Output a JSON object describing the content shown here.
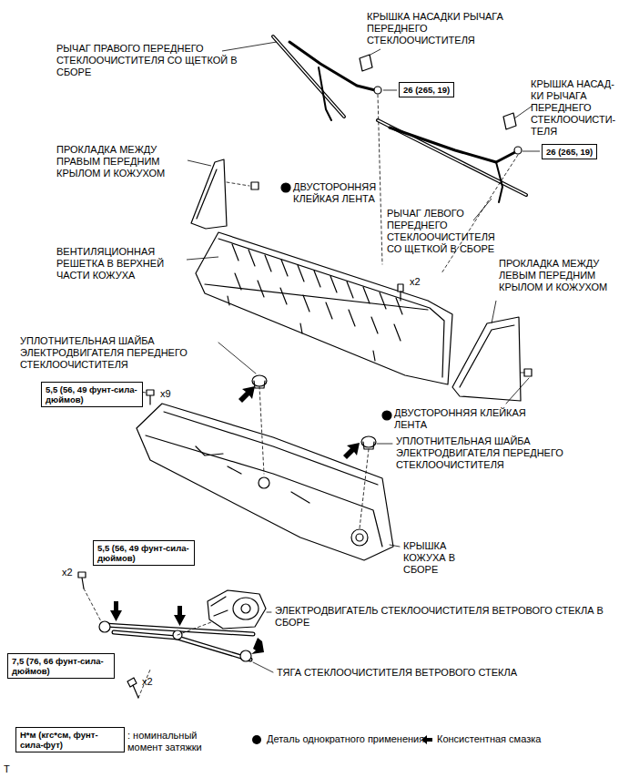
{
  "diagram": {
    "nodes": [
      {
        "text": [
          "26 (265, 19)"
        ]
      },
      {
        "text": [
          "26 (265, 19)"
        ]
      },
      {
        "text": [
          "5,5 (56, 49 фунт-сила-дюймов)"
        ]
      },
      {
        "text": [
          "5,5 (56, 49 фунт-сила-дюймов)"
        ]
      },
      {
        "text": [
          "7,5 (76, 66 фунт-сила-дюймов)"
        ]
      },
      {
        "text": [
          "Н*м (кгс*см, фунт-сила-фут)"
        ]
      }
    ],
    "labels": [
      "КРЫШКА НАСАДКИ РЫЧАГА ПЕРЕДНЕГО СТЕКЛООЧИСТИТЕЛЯ",
      "РЫЧАГ ПРАВОГО ПЕРЕДНЕГО СТЕКЛООЧИСТИТЕЛЯ СО ЩЕТКОЙ В СБОРЕ",
      "КРЫШКА НАСАД- КИ РЫЧАГА ПЕРЕДНЕГО СТЕКЛООЧИСТИ- ТЕЛЯ",
      "ПРОКЛАДКА МЕЖДУ ПРАВЫМ ПЕРЕДНИМ КРЫЛОМ И КОЖУХОМ",
      "ДВУСТОРОННЯЯ КЛЕЙКАЯ ЛЕНТА",
      "РЫЧАГ ЛЕВОГО ПЕРЕДНЕГО СТЕКЛООЧИСТИТЕЛЯ СО ЩЕТКОЙ В СБОРЕ",
      "ВЕНТИЛЯЦИОННАЯ РЕШЕТКА В ВЕРХНЕЙ ЧАСТИ КОЖУХА",
      "x2",
      "ПРОКЛАДКА МЕЖДУ ЛЕВЫМ ПЕРЕДНИМ КРЫЛОМ И КОЖУХОМ",
      "УПЛОТНИТЕЛЬНАЯ ШАЙБА ЭЛЕКТРОДВИГАТЕЛЯ ПЕРЕДНЕГО СТЕКЛООЧИСТИТЕЛЯ",
      "x9",
      "ДВУСТОРОННЯЯ КЛЕЙКАЯ ЛЕНТА",
      "УПЛОТНИТЕЛЬНАЯ ШАЙБА ЭЛЕКТРОДВИГАТЕЛЯ ПЕРЕДНЕГО СТЕКЛООЧИСТИТЕЛЯ",
      "КРЫШКА КОЖУХА В СБОРЕ",
      "x2",
      "ЭЛЕКТРОДВИГАТЕЛЬ СТЕКЛООЧИСТИТЕЛЯ ВЕТРОВОГО СТЕКЛА В СБОРЕ",
      "x2",
      "ТЯГА СТЕКЛООЧИСТИТЕЛЯ ВЕТРОВОГО СТЕКЛА",
      ": номинальный момент затяжки",
      "T"
    ],
    "legend": [
      {
        "text": "Деталь однократного применения"
      },
      {
        "text": "Консистентная смазка"
      }
    ]
  }
}
